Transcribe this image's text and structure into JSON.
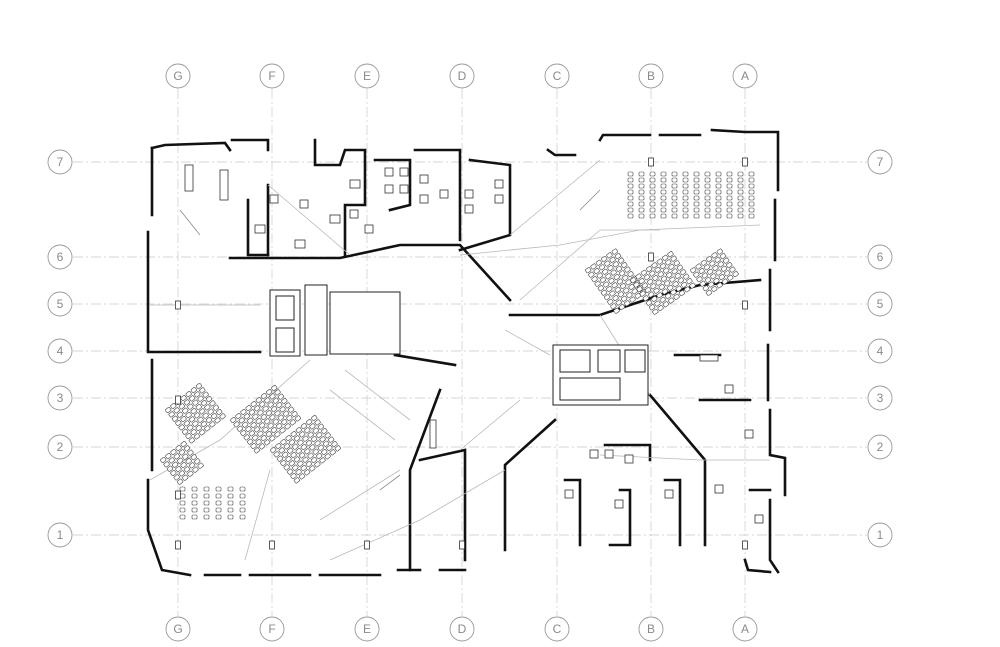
{
  "grid": {
    "columns": [
      "G",
      "F",
      "E",
      "D",
      "C",
      "B",
      "A"
    ],
    "rows": [
      "7",
      "6",
      "5",
      "4",
      "3",
      "2",
      "1"
    ]
  },
  "colors": {
    "wall": "#111111",
    "grid_line": "#c8c8c8",
    "bubble_stroke": "#9a9a9a",
    "label": "#8a8a8a",
    "background": "#ffffff"
  }
}
